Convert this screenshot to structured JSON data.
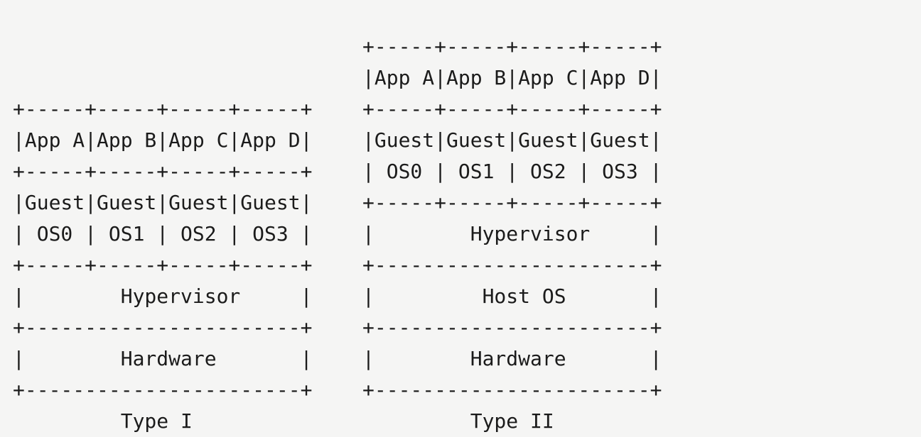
{
  "page": {
    "background_color": "#f5f5f4",
    "text_color": "#1b1b1b",
    "description": "ASCII-art diagram comparing Type I and Type II hypervisor architectures"
  },
  "diagrams": [
    {
      "id": "type-1",
      "caption": "Type I",
      "layers": [
        {
          "name": "applications",
          "cells": [
            "App A",
            "App B",
            "App C",
            "App D"
          ]
        },
        {
          "name": "guest-operating-systems",
          "cells": [
            "Guest OS0",
            "Guest OS1",
            "Guest OS2",
            "Guest OS3"
          ]
        },
        {
          "name": "hypervisor",
          "cells": [
            "Hypervisor"
          ]
        },
        {
          "name": "hardware",
          "cells": [
            "Hardware"
          ]
        }
      ],
      "ascii": [
        "+-----+-----+-----+-----+",
        "|App A|App B|App C|App D|",
        "+-----+-----+-----+-----+",
        "|Guest|Guest|Guest|Guest|",
        "| OS0 | OS1 | OS2 | OS3 |",
        "+-----+-----+-----+-----+",
        "|        Hypervisor     |",
        "+-----------------------+",
        "|        Hardware       |",
        "+-----------------------+"
      ],
      "caption_ascii": "         Type I"
    },
    {
      "id": "type-2",
      "caption": "Type II",
      "layers": [
        {
          "name": "applications",
          "cells": [
            "App A",
            "App B",
            "App C",
            "App D"
          ]
        },
        {
          "name": "guest-operating-systems",
          "cells": [
            "Guest OS0",
            "Guest OS1",
            "Guest OS2",
            "Guest OS3"
          ]
        },
        {
          "name": "hypervisor",
          "cells": [
            "Hypervisor"
          ]
        },
        {
          "name": "host-operating-system",
          "cells": [
            "Host OS"
          ]
        },
        {
          "name": "hardware",
          "cells": [
            "Hardware"
          ]
        }
      ],
      "ascii": [
        "+-----+-----+-----+-----+",
        "|App A|App B|App C|App D|",
        "+-----+-----+-----+-----+",
        "|Guest|Guest|Guest|Guest|",
        "| OS0 | OS1 | OS2 | OS3 |",
        "+-----+-----+-----+-----+",
        "|        Hypervisor     |",
        "+-----------------------+",
        "|         Host OS       |",
        "+-----------------------+",
        "|        Hardware       |",
        "+-----------------------+"
      ],
      "caption_ascii": "         Type II"
    }
  ]
}
